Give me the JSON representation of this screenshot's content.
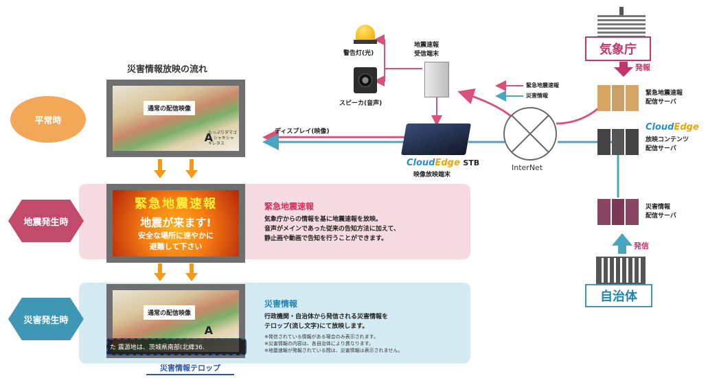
{
  "title": "災害情報放映の流れ",
  "states": {
    "normal": "平常時",
    "quake": "地震発生時",
    "disaster": "災害発生時"
  },
  "screens": {
    "normal_caption": "通常の配信映像",
    "logo_text": "たっぷりタマゴと シャキシャキレタス",
    "alert_l1": "緊急地震速報",
    "alert_l2": "地震が来ます!",
    "alert_l3a": "安全な場所に速やかに",
    "alert_l3b": "避難して下さい",
    "ticker": "た 震源地は、茨城県南部(北緯36.",
    "ticker_label": "災害情報テロップ"
  },
  "quake_info": {
    "heading": "緊急地震速報",
    "lines": [
      "気象庁からの情報を基に地震速報を放映。",
      "音声がメインであった従来の告知方法に加えて、",
      "静止画や動画で告知を行うことができます。"
    ]
  },
  "disaster_info": {
    "heading": "災害情報",
    "lines": [
      "行政機関・自治体から発信される災害情報を",
      "テロップ(流し文字)にて放映します。"
    ],
    "notes": [
      "※発信されている情報がある場合のみ表示されます。",
      "※災害情報の内容は、各自治体により異なります。",
      "※地震速報が発報されている間は、災害情報は表示されません。"
    ]
  },
  "network": {
    "warning_light": "警告灯(光)",
    "speaker": "スピーカ(音声)",
    "receiver": [
      "地震速報",
      "受信端末"
    ],
    "display_link": "ディスプレイ(映像)",
    "stb_brand_a": "Cloud",
    "stb_brand_b": "Edge",
    "stb_suffix": "STB",
    "stb_label": "映像放映端末",
    "internet": "InterNet",
    "legend_quake": "緊急地震速報",
    "legend_disaster": "災害情報",
    "jma": "気象庁",
    "hatsuho": "発報",
    "quake_server": [
      "緊急地震速報",
      "配信サーバ"
    ],
    "content_server": [
      "放映コンテンツ",
      "配信サーバ"
    ],
    "disaster_server": [
      "災害情報",
      "配信サーバ"
    ],
    "hasshin": "発信",
    "municipality": "自治体"
  },
  "colors": {
    "pink_line": "#d9507a",
    "blue_line": "#4aa6c0",
    "orange": "#f29a1b",
    "red_text": "#d63060"
  }
}
